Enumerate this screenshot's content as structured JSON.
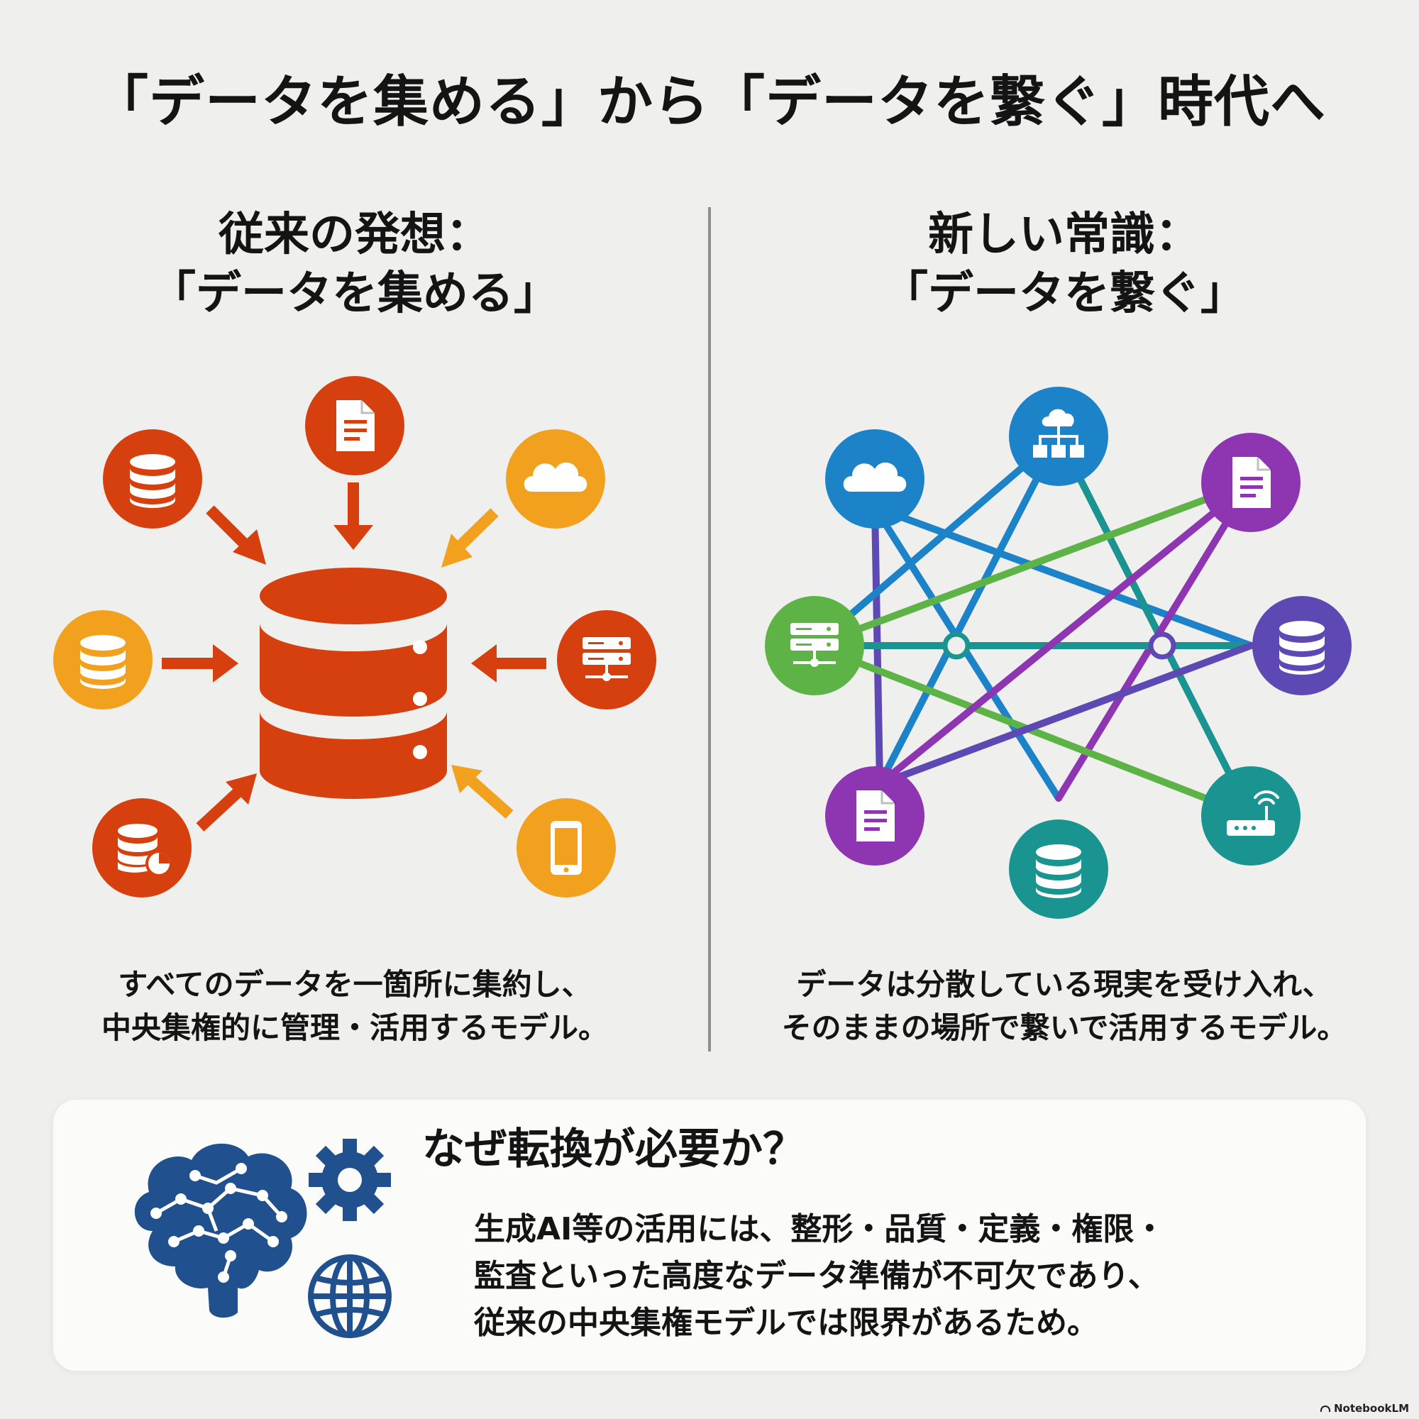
{
  "title": "「データを集める」から「データを繋ぐ」時代へ",
  "left": {
    "heading_line1": "従来の発想：",
    "heading_line2": "「データを集める」",
    "caption_line1": "すべてのデータを一箇所に集約し、",
    "caption_line2": "中央集権的に管理・活用するモデル。",
    "colors": {
      "red": "#d6400f",
      "orange": "#f2a11f"
    },
    "icons": [
      "database-icon",
      "document-icon",
      "cloud-icon",
      "server-rack-icon",
      "mobile-phone-icon",
      "database-chart-icon"
    ]
  },
  "right": {
    "heading_line1": "新しい常識：",
    "heading_line2": "「データを繋ぐ」",
    "caption_line1": "データは分散している現実を受け入れ、",
    "caption_line2": "そのままの場所で繋いで活用するモデル。",
    "colors": {
      "blue": "#1c83c9",
      "purple": "#8e35b1",
      "green": "#5db345",
      "teal": "#1a9490",
      "indigo": "#5d48b4"
    },
    "icons": [
      "cloud-icon",
      "network-hierarchy-icon",
      "document-icon",
      "server-rack-icon",
      "database-icon",
      "document-icon",
      "database-icon",
      "router-icon"
    ]
  },
  "bottom": {
    "heading": "なぜ転換が必要か？",
    "body_line1": "生成AI等の活用には、整形・品質・定義・権限・",
    "body_line2": "監査といった高度なデータ準備が不可欠であり、",
    "body_line3": "従来の中央集権モデルでは限界があるため。",
    "color": "#20508d",
    "icons": [
      "brain-circuit-icon",
      "gear-icon",
      "globe-icon"
    ]
  },
  "watermark": "NotebookLM"
}
